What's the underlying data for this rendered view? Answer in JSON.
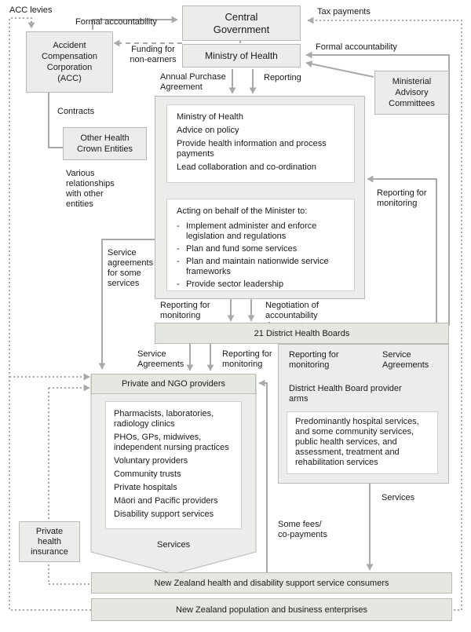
{
  "central_government": "Central Government",
  "ministry_of_health": "Ministry of Health",
  "acc": "Accident Compensation Corporation (ACC)",
  "other_crown": "Other Health Crown Entities",
  "ministerial": "Ministerial Advisory Committees",
  "labels": {
    "acc_levies": "ACC levies",
    "formal_accountability_top": "Formal accountability",
    "tax_payments": "Tax payments",
    "funding_non_earners": "Funding for non-earners",
    "formal_accountability_right": "Formal accountability",
    "annual_purchase": "Annual Purchase Agreement",
    "reporting_top": "Reporting",
    "contracts": "Contracts",
    "various_relationships": "Various relationships with other entities",
    "reporting_monitoring_right": "Reporting for monitoring",
    "service_agreements_some": "Service agreements for some services",
    "reporting_monitoring_mid": "Reporting for monitoring",
    "negotiation": "Negotiation of accountability documents",
    "service_agreements_left": "Service Agreements",
    "reporting_monitoring_left": "Reporting for monitoring",
    "reporting_monitoring_dhb": "Reporting for monitoring",
    "service_agreements_dhb": "Service Agreements",
    "services_right": "Services",
    "some_fees": "Some fees/ co-payments",
    "services_bottom": "Services"
  },
  "ministry_functions": {
    "heading": "Ministry of Health",
    "items": [
      "Advice on policy",
      "Provide health information and process payments",
      "Lead collaboration and co-ordination"
    ]
  },
  "minister_functions": {
    "heading": "Acting on behalf of the Minister to:",
    "items": [
      "Implement administer and enforce legislation and regulations",
      "Plan and fund some services",
      "Plan and maintain nationwide service frameworks",
      "Provide sector leadership"
    ]
  },
  "dhb": "21 District Health Boards",
  "private_ngo": {
    "title": "Private and NGO providers",
    "items": [
      "Pharmacists, laboratories, radiology clinics",
      "PHOs, GPs, midwives, independent nursing practices",
      "Voluntary providers",
      "Community trusts",
      "Private hospitals",
      "Māori and Pacific providers",
      "Disability support services"
    ]
  },
  "dhb_arms": {
    "title": "District Health Board provider arms",
    "text": "Predominantly hospital services, and some community services, public health services, and assessment, treatment and rehabilitation services"
  },
  "private_insurance": "Private health insurance",
  "consumers": "New Zealand health and disability support service consumers",
  "population": "New Zealand population and business enterprises"
}
